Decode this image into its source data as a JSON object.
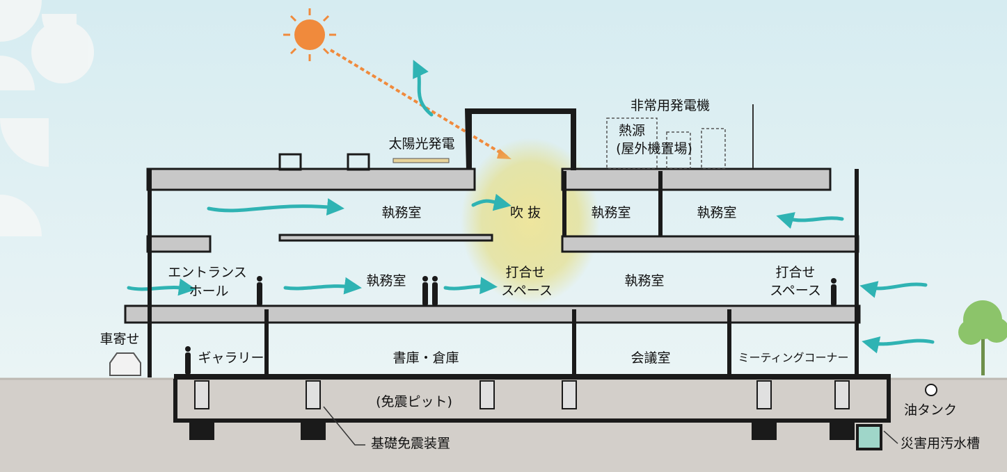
{
  "labels": {
    "solar_panel": "太陽光発電",
    "generator": "非常用発電機",
    "heat_source_1": "熱源",
    "heat_source_2": "(屋外機置場)",
    "office_3f_left": "執務室",
    "atrium": "吹 抜",
    "office_3f_mid": "執務室",
    "office_3f_right": "執務室",
    "entrance_1": "エントランス",
    "entrance_2": "ホール",
    "office_2f_left": "執務室",
    "meeting_space_mid_1": "打合せ",
    "meeting_space_mid_2": "スペース",
    "office_2f_right": "執務室",
    "meeting_space_right_1": "打合せ",
    "meeting_space_right_2": "スペース",
    "car_porch": "車寄せ",
    "gallery": "ギャラリー",
    "archive_storage": "書庫・倉庫",
    "conference_room": "会議室",
    "meeting_corner": "ミーティングコーナー",
    "isolation_pit": "(免震ピット)",
    "oil_tank": "油タンク",
    "isolation_device": "基礎免震装置",
    "sewage_tank": "災害用汚水槽"
  },
  "colors": {
    "sky": "#dfeef2",
    "ground": "#d3cfca",
    "slab": "#c8c8c8",
    "structure": "#1a1a1a",
    "wind_arrow": "#2fb3b3",
    "sun": "#f08a3c",
    "sun_ray": "#f08a3c",
    "light_glow": "#e6dc7a",
    "tree": "#8cc46a"
  }
}
